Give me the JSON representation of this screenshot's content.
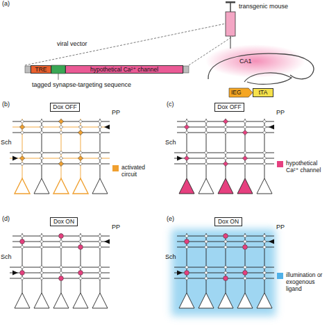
{
  "diagram": {
    "nodes": [
      {
        "text": [
          "TRE"
        ]
      },
      {
        "text": [
          "hypothetical Ca²⁺ channel"
        ]
      },
      {
        "text": [
          "IEG"
        ]
      },
      {
        "text": [
          "tTA"
        ]
      },
      {
        "text": [
          "Dox OFF"
        ]
      },
      {
        "text": [
          "Dox OFF"
        ]
      },
      {
        "text": [
          "Dox ON"
        ]
      },
      {
        "text": [
          "Dox ON"
        ]
      }
    ],
    "labels": [
      "(a)",
      "transgenic mouse",
      "viral vector",
      "CA1",
      "tagged synapse-targeting sequence",
      "(b)",
      "PP",
      "Sch",
      "(c)",
      "PP",
      "Sch",
      "(d)",
      "PP",
      "Sch",
      "(e)",
      "PP",
      "Sch"
    ],
    "legend": [
      {
        "text": "activated circuit",
        "color": "#f0a030"
      },
      {
        "text": "hypothetical Ca²⁺ channel",
        "color": "#e6407f"
      },
      {
        "text": "illumination or exogenous ligand",
        "color": "#4fb0e8"
      }
    ]
  }
}
